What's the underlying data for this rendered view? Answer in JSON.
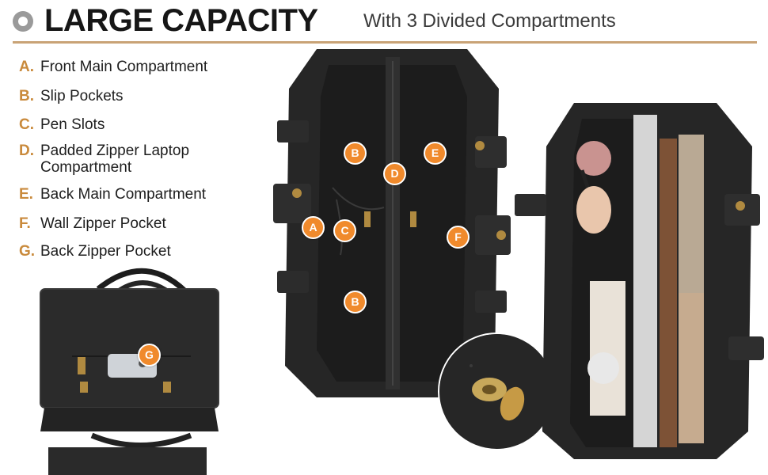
{
  "header": {
    "title": "LARGE CAPACITY",
    "subtitle": "With 3 Divided Compartments"
  },
  "features": [
    {
      "letter": "A.",
      "text": "Front Main Compartment"
    },
    {
      "letter": "B.",
      "text": "Slip Pockets"
    },
    {
      "letter": "C.",
      "text": "Pen Slots"
    },
    {
      "letter": "D.",
      "text": "Padded Zipper Laptop Compartment"
    },
    {
      "letter": "E.",
      "text": "Back Main Compartment"
    },
    {
      "letter": "F.",
      "text": "Wall Zipper Pocket"
    },
    {
      "letter": "G.",
      "text": "Back Zipper Pocket"
    }
  ],
  "badges": {
    "a": "A",
    "b1": "B",
    "c": "C",
    "d": "D",
    "e": "E",
    "f": "F",
    "b2": "B",
    "g": "G"
  },
  "colors": {
    "accent": "#c9a376",
    "letter": "#c98a3c",
    "badge": "#f08a2c",
    "bag": "#2a2a2a"
  }
}
